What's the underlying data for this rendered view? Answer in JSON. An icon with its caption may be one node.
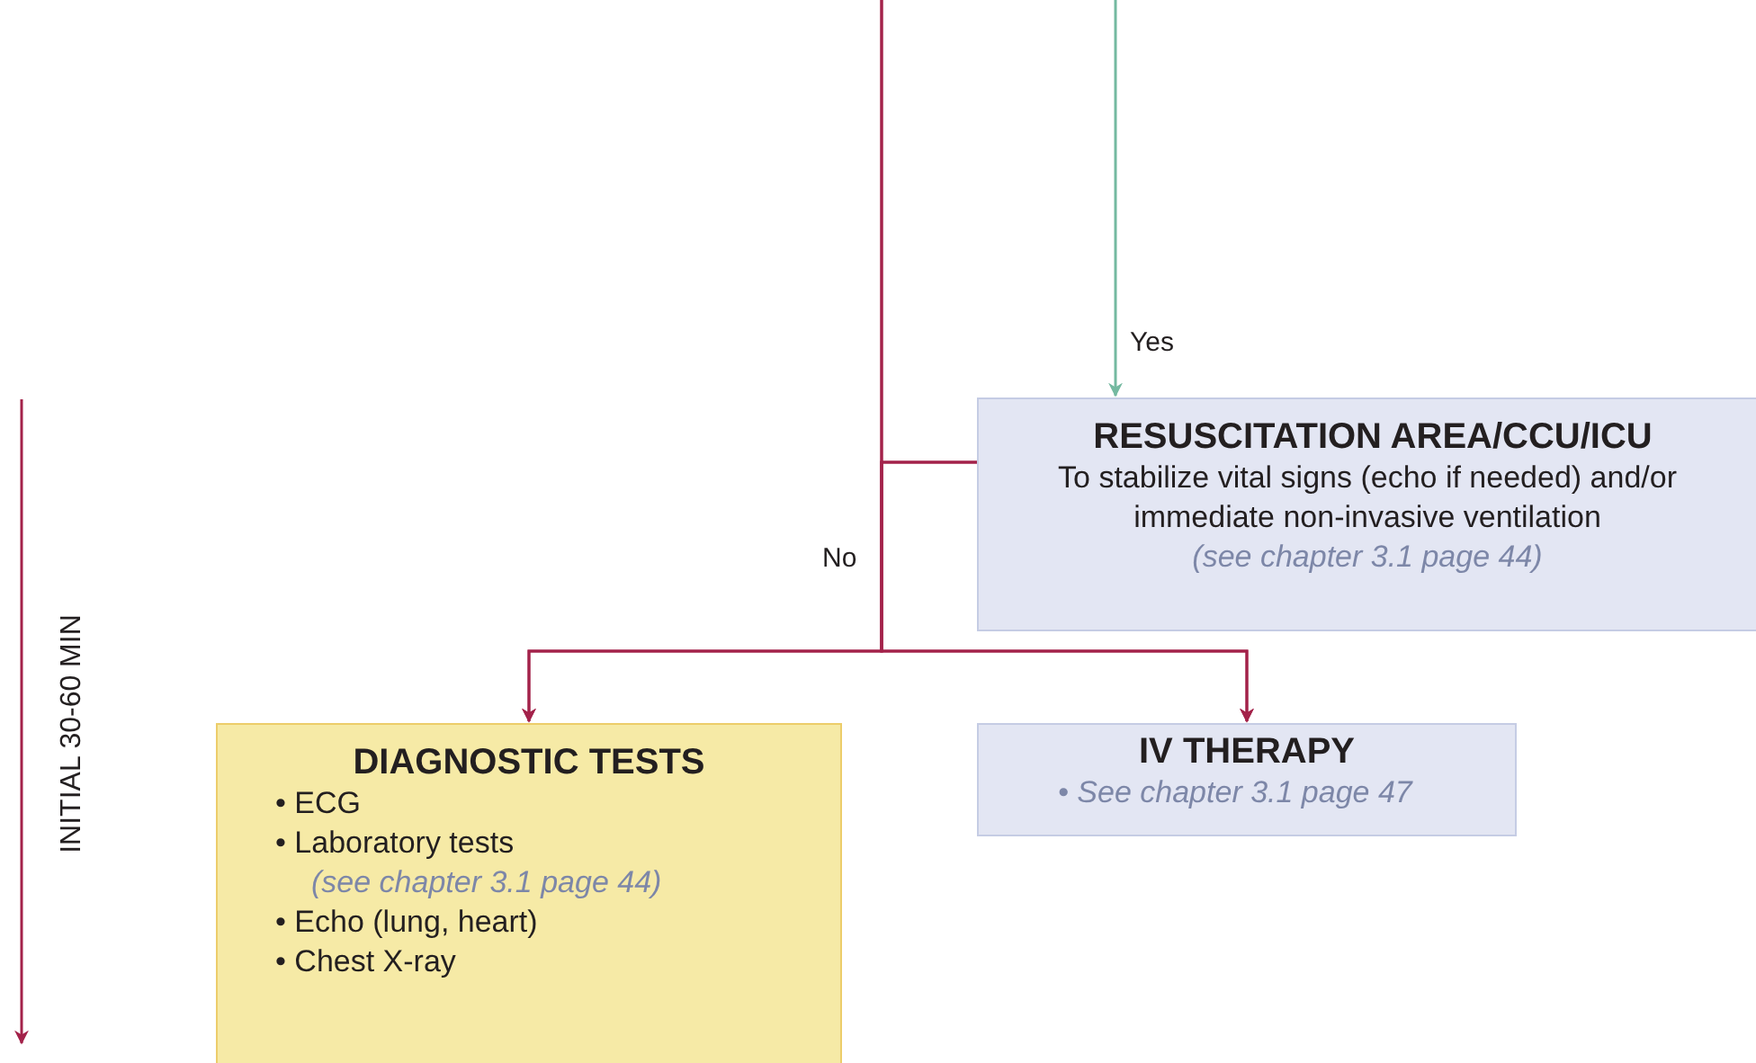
{
  "diagram": {
    "nodes": [
      {
        "text": [
          "RESUSCITATION AREA/CCU/ICU",
          "To stabilize vital signs (echo if needed) and/or immediate non-invasive ventilation",
          "(see chapter 3.1 page 44)"
        ]
      },
      {
        "text": [
          "DIAGNOSTIC TESTS",
          "• ECG",
          "• Laboratory tests",
          "(see chapter 3.1 page 44)",
          "• Echo (lung, heart)",
          "• Chest X-ray"
        ]
      },
      {
        "text": [
          "IV THERAPY",
          "• See chapter 3.1 page 47"
        ]
      }
    ],
    "edges": [
      {
        "from": null,
        "to": 1,
        "arrow": "to",
        "label": "No"
      },
      {
        "from": null,
        "to": 2,
        "arrow": "to"
      },
      {
        "from": 0,
        "to": 1,
        "arrow": "to"
      },
      {
        "from": 0,
        "to": 2,
        "arrow": "to"
      },
      {
        "from": null,
        "to": 0,
        "arrow": "to",
        "label": "Yes",
        "color": "#74b9a0"
      }
    ],
    "labels": [
      "INITIAL 30-60 MIN"
    ]
  }
}
